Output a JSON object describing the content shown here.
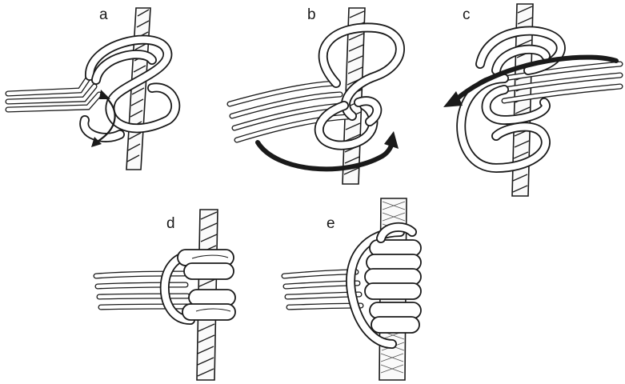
{
  "figure": {
    "panels": [
      {
        "id": "a",
        "label": "a"
      },
      {
        "id": "b",
        "label": "b"
      },
      {
        "id": "c",
        "label": "c"
      },
      {
        "id": "d",
        "label": "d"
      },
      {
        "id": "e",
        "label": "e"
      }
    ]
  }
}
